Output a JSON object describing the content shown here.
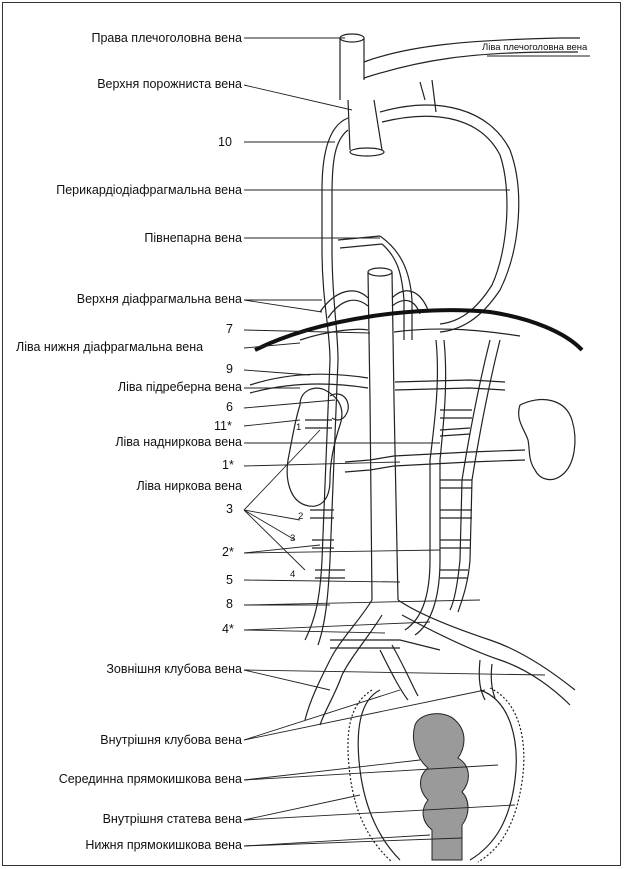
{
  "labels": {
    "right_brachiocephalic": "Права плечоголовна вена",
    "left_brachiocephalic": "Ліва плечоголовна вена",
    "superior_vena_cava": "Верхня порожниста вена",
    "n10": "10",
    "pericardiophrenic": "Перикардіодіафрагмальна вена",
    "hemiazygos": "Півнепарна вена",
    "superior_phrenic": "Верхня діафрагмальна вена",
    "n7": "7",
    "left_inferior_phrenic": "Ліва нижня діафрагмальна вена",
    "n9": "9",
    "left_subcostal": "Ліва підреберна вена",
    "n6": "6",
    "n11": "11*",
    "left_suprarenal": "Ліва надниркова вена",
    "n1": "1*",
    "left_renal": "Ліва ниркова вена",
    "n3": "3",
    "n2": "2*",
    "n5": "5",
    "n8": "8",
    "n4": "4*",
    "external_iliac": "Зовнішня клубова вена",
    "internal_iliac": "Внутрішня клубова вена",
    "middle_rectal": "Серединна прямокишкова вена",
    "internal_pudendal": "Внутрішня статева вена",
    "inferior_rectal": "Нижня прямокишкова вена"
  },
  "inner_numbers": {
    "i1": "1",
    "i2": "2",
    "i3": "3",
    "i4": "4"
  },
  "colors": {
    "line": "#222222",
    "rectum_fill": "#9a9a9a",
    "diaphragm": "#111111"
  }
}
